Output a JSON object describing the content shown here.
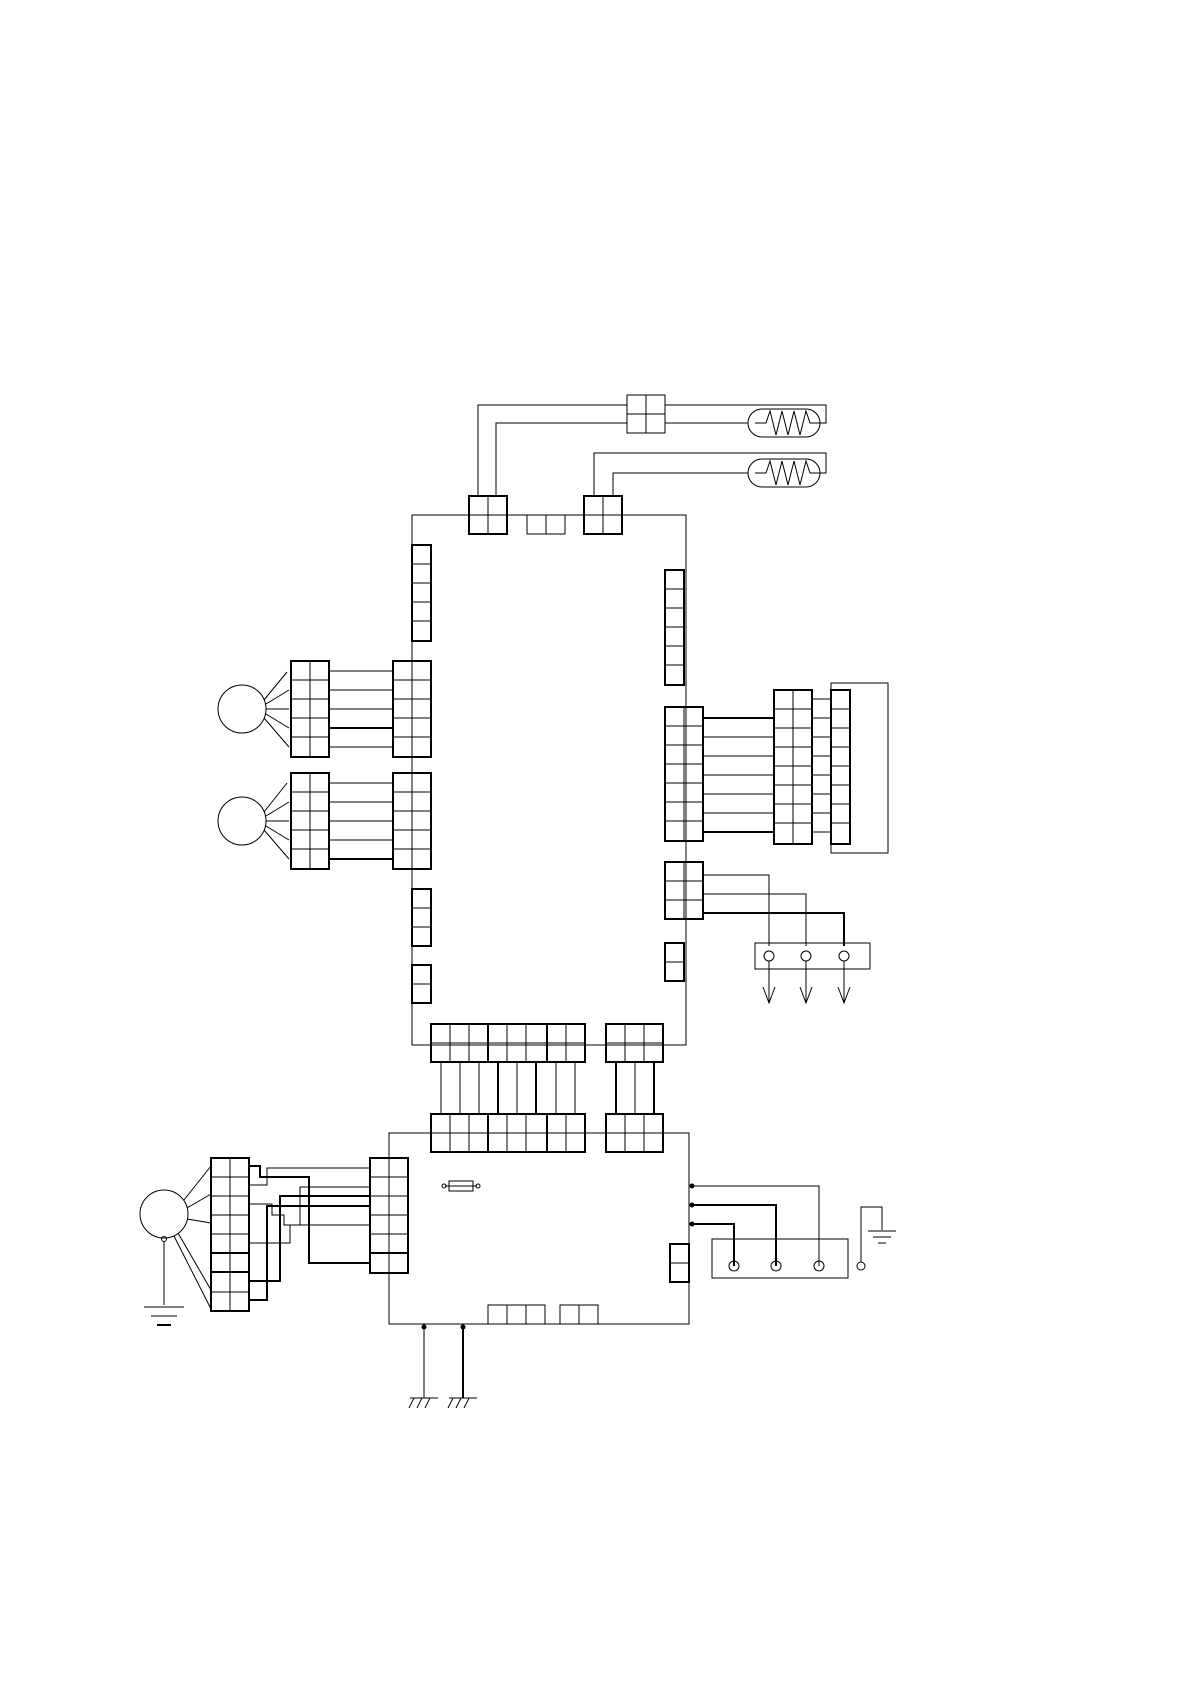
{
  "diagram": {
    "kind": "wiring-schematic",
    "line_color": "#000000",
    "background": "#ffffff",
    "components": [
      "upper-control-board",
      "lower-power-board",
      "heater-element-1",
      "heater-element-2",
      "fan-motor-1",
      "fan-motor-2",
      "compressor-motor",
      "display-connector-block",
      "sensor-terminal-block",
      "power-terminal-block",
      "earth-ground-symbols",
      "fuse"
    ]
  }
}
